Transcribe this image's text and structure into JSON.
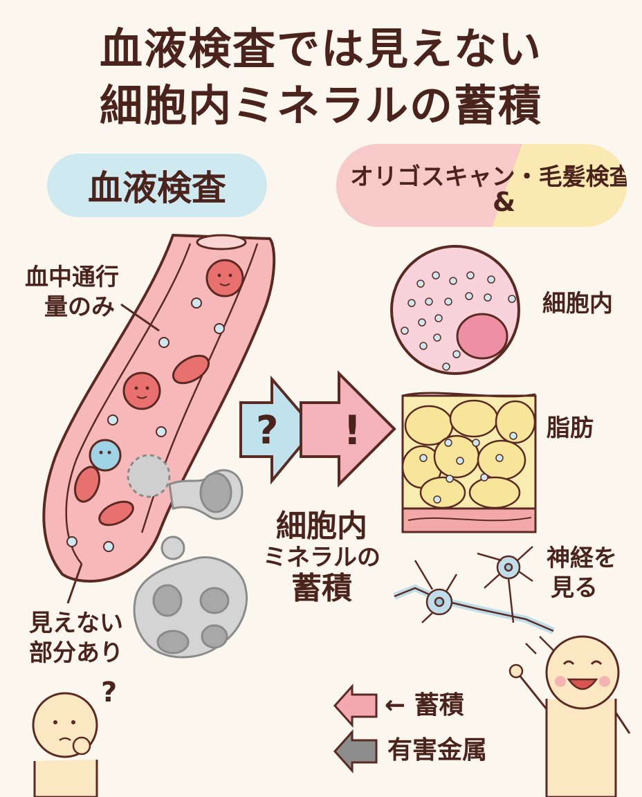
{
  "title": {
    "line1": "血液検査では見えない",
    "line2": "細胞内ミネラルの蓄積"
  },
  "left_header": "血液検査",
  "right_header": {
    "line1": "オリゴスキャン・毛髪検査",
    "line2": "&"
  },
  "vessel_labels": {
    "blood_only_line1": "血中通行",
    "blood_only_line2": "量のみ",
    "hidden_line1": "見えない",
    "hidden_line2": "部分あり"
  },
  "arrows": {
    "question": "?",
    "exclaim": "!"
  },
  "center_label": {
    "line1": "細胞内",
    "line2": "ミネラルの",
    "line3": "蓄積"
  },
  "right_labels": {
    "cell": "細胞内",
    "fat": "脂肪",
    "nerve_line1": "神経を",
    "nerve_line2": "見る"
  },
  "legend": {
    "accumulation": "← 蓄積",
    "heavy_metal": "有害金属",
    "accumulation_color": "#f4a9b0",
    "heavy_metal_color": "#8d8d8d"
  },
  "confused_mark": "?",
  "colors": {
    "vessel": "#f6b8b8",
    "vessel_inner": "#fad4d2",
    "cell_fill": "#f9d3dc",
    "fat_fill": "#f8ecb0",
    "nerve": "#bfdeea",
    "outline": "#5a2a22"
  }
}
